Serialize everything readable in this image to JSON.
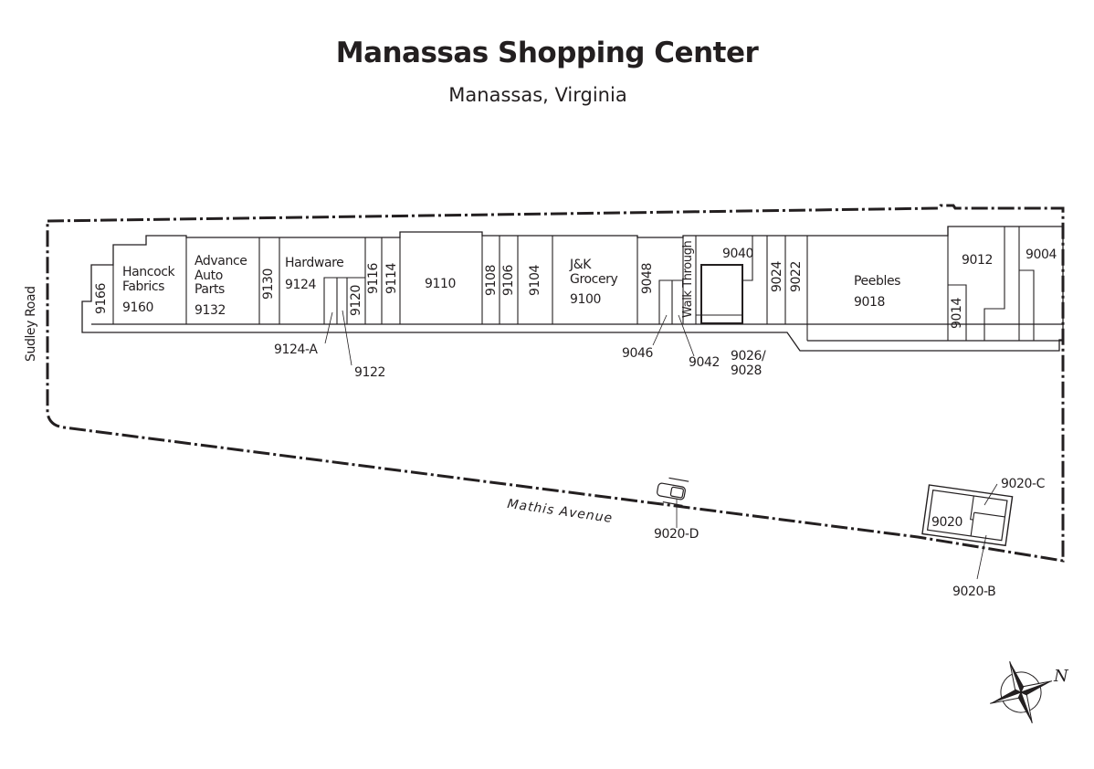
{
  "title": "Manassas Shopping Center",
  "subtitle": "Manassas, Virginia",
  "roads": {
    "west": "Sudley Road",
    "south": "Mathis Avenue"
  },
  "stores": {
    "s9166": "9166",
    "s9160_name1": "Hancock",
    "s9160_name2": "Fabrics",
    "s9160": "9160",
    "s9132_name1": "Advance",
    "s9132_name2": "Auto",
    "s9132_name3": "Parts",
    "s9132": "9132",
    "s9130": "9130",
    "s9124_name": "Hardware",
    "s9124": "9124",
    "s9124a": "9124-A",
    "s9122": "9122",
    "s9120": "9120",
    "s9116": "9116",
    "s9114": "9114",
    "s9110": "9110",
    "s9108": "9108",
    "s9106": "9106",
    "s9104": "9104",
    "s9100_name1": "J&K",
    "s9100_name2": "Grocery",
    "s9100": "9100",
    "s9048": "9048",
    "s9046": "9046",
    "walk": "Walk Through",
    "s9042": "9042",
    "s9040": "9040",
    "s9026": "9026/",
    "s9028": "9028",
    "s9024": "9024",
    "s9022": "9022",
    "s9018_name": "Peebles",
    "s9018": "9018",
    "s9014": "9014",
    "s9012": "9012",
    "s9004": "9004",
    "s9020": "9020",
    "s9020b": "9020-B",
    "s9020c": "9020-C",
    "s9020d": "9020-D"
  },
  "compass": {
    "north_label": "N"
  }
}
